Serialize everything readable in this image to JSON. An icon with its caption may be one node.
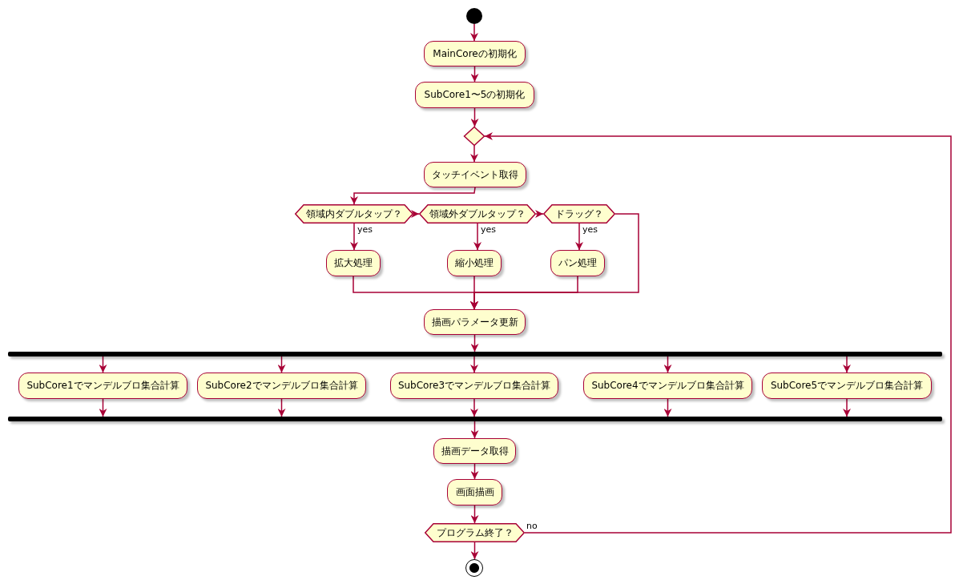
{
  "diagram": {
    "nodes": [
      {
        "text": [],
        "shape": "circle"
      },
      {
        "text": [
          "MainCoreの初期化"
        ]
      },
      {
        "text": [
          "SubCore1〜5の初期化"
        ]
      },
      {
        "text": [],
        "shape": "diamond"
      },
      {
        "text": [
          "タッチイベント取得"
        ]
      },
      {
        "text": [
          "領域内ダブルタップ？"
        ]
      },
      {
        "text": [
          "領域外ダブルタップ？"
        ]
      },
      {
        "text": [
          "ドラッグ？"
        ]
      },
      {
        "text": [
          "拡大処理"
        ]
      },
      {
        "text": [
          "縮小処理"
        ]
      },
      {
        "text": [
          "パン処理"
        ]
      },
      {
        "text": [
          "描画パラメータ更新"
        ]
      },
      {
        "text": [],
        "shape": "bar"
      },
      {
        "text": [
          "SubCore1でマンデルブロ集合計算"
        ]
      },
      {
        "text": [
          "SubCore2でマンデルブロ集合計算"
        ]
      },
      {
        "text": [
          "SubCore3でマンデルブロ集合計算"
        ]
      },
      {
        "text": [
          "SubCore4でマンデルブロ集合計算"
        ]
      },
      {
        "text": [
          "SubCore5でマンデルブロ集合計算"
        ]
      },
      {
        "text": [],
        "shape": "bar"
      },
      {
        "text": [
          "描画データ取得"
        ]
      },
      {
        "text": [
          "画面描画"
        ]
      },
      {
        "text": [
          "プログラム終了？"
        ]
      },
      {
        "text": [],
        "shape": "circle"
      }
    ],
    "edges": [
      {
        "from": 0,
        "to": 1,
        "arrow": "to"
      },
      {
        "from": 1,
        "to": 2,
        "arrow": "to"
      },
      {
        "from": 2,
        "to": 3,
        "arrow": "to"
      },
      {
        "from": 3,
        "to": 4,
        "arrow": "to"
      },
      {
        "from": 4,
        "to": 5,
        "arrow": "to"
      },
      {
        "from": 5,
        "to": 6,
        "arrow": "to"
      },
      {
        "from": 6,
        "to": 7,
        "arrow": "to"
      },
      {
        "from": 5,
        "to": 8,
        "arrow": "to",
        "label": "yes"
      },
      {
        "from": 6,
        "to": 9,
        "arrow": "to",
        "label": "yes"
      },
      {
        "from": 7,
        "to": 10,
        "arrow": "to",
        "label": "yes"
      },
      {
        "from": 8,
        "to": 11,
        "arrow": "to"
      },
      {
        "from": 9,
        "to": 11,
        "arrow": "to"
      },
      {
        "from": 10,
        "to": 11,
        "arrow": "to"
      },
      {
        "from": 7,
        "to": 11,
        "arrow": "to"
      },
      {
        "from": 11,
        "to": 12,
        "arrow": "to"
      },
      {
        "from": 12,
        "to": 13,
        "arrow": "to"
      },
      {
        "from": 12,
        "to": 14,
        "arrow": "to"
      },
      {
        "from": 12,
        "to": 15,
        "arrow": "to"
      },
      {
        "from": 12,
        "to": 16,
        "arrow": "to"
      },
      {
        "from": 12,
        "to": 17,
        "arrow": "to"
      },
      {
        "from": 13,
        "to": 18,
        "arrow": "to"
      },
      {
        "from": 14,
        "to": 18,
        "arrow": "to"
      },
      {
        "from": 15,
        "to": 18,
        "arrow": "to"
      },
      {
        "from": 16,
        "to": 18,
        "arrow": "to"
      },
      {
        "from": 17,
        "to": 18,
        "arrow": "to"
      },
      {
        "from": 18,
        "to": 19,
        "arrow": "to"
      },
      {
        "from": 19,
        "to": 20,
        "arrow": "to"
      },
      {
        "from": 20,
        "to": 21,
        "arrow": "to"
      },
      {
        "from": 21,
        "to": 3,
        "arrow": "to",
        "label": "no"
      },
      {
        "from": 21,
        "to": 22,
        "arrow": "to"
      }
    ]
  }
}
